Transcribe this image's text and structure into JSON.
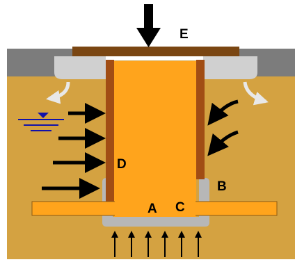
{
  "labels": {
    "a": "A",
    "b": "B",
    "c": "C",
    "d": "D",
    "e": "E"
  },
  "colors": {
    "soil": "#d4a241",
    "ground_surface": "#7c7c7c",
    "pile_core": "#ffa41c",
    "pile_wall": "#a14d14",
    "cap_plate": "#7a4612",
    "collar": "#d0d0d0",
    "footing": "#ffa41c",
    "arrows": "#000000",
    "groundwater": "#1111aa",
    "seepage_arrows": "#e8e8e8"
  },
  "icons": {
    "load_arrow": "arrow-down-icon",
    "earth_pressure_arrows": "arrow-right-icon",
    "uplift_arrows": "arrow-up-icon",
    "groundwater_symbol": "water-table-icon",
    "seepage_arrows": "curved-arrow-icon"
  }
}
